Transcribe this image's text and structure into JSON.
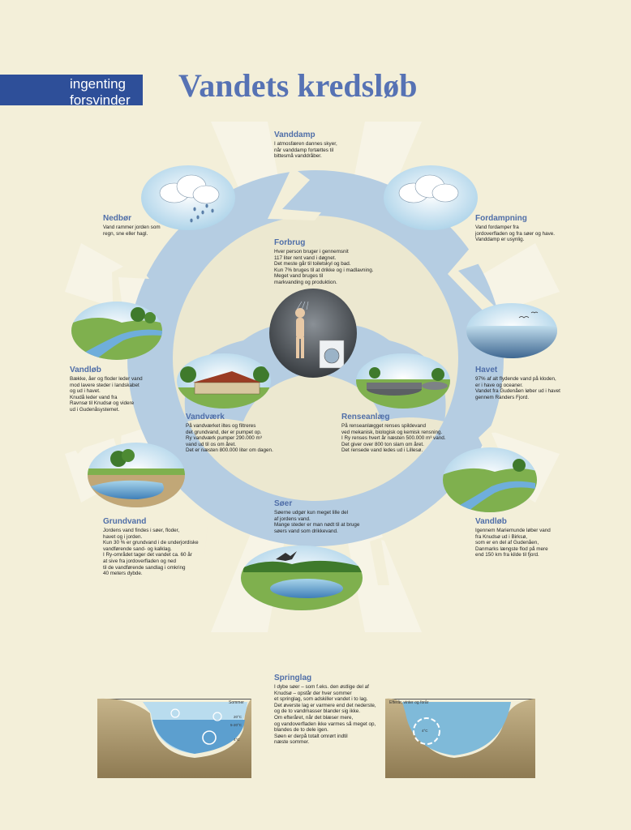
{
  "logo": {
    "text": "ingenting forsvinder"
  },
  "title": "Vandets kredsløb",
  "sections": {
    "vanddamp": {
      "heading": "Vanddamp",
      "text": "I atmosfæren dannes skyer,\nnår vanddamp fortættes til\nbittesmå vanddråber."
    },
    "nedbor": {
      "heading": "Nedbør",
      "text": "Vand rammer jorden som\nregn, sne eller hagl."
    },
    "fordampning": {
      "heading": "Fordampning",
      "text": "Vand fordamper fra\njordoverfladen og fra søer og have.\nVanddamp er usynlig."
    },
    "forbrug": {
      "heading": "Forbrug",
      "text": "Hver person bruger i gennemsnit\n117 liter rent vand i døgnet.\nDet meste går til toiletskyl og bad.\nKun 7% bruges til at drikke og i madlavning.\nMeget vand bruges til\nmarkvanding og produktion."
    },
    "havet": {
      "heading": "Havet",
      "text": "97% af alt flydende vand på kloden,\ner i have og oceaner.\nVandet fra Gudenåen løber ud i havet\ngennem Randers Fjord."
    },
    "vandlob_left": {
      "heading": "Vandløb",
      "text": "Bække, åer og floder leder vand\nmod lavere steder i landskabet\nog ud i havet.\nKnudå leder vand fra\nRavnsø til Knudsø og videre\nud i Gudenåsystemet."
    },
    "vandvaerk": {
      "heading": "Vandværk",
      "text": "På vandværket iltes og filtreres\ndet grundvand, der er pumpet op.\nRy vandværk pumper 290.000 m³\nvand ud til os om året.\nDet er næsten 800.000 liter om dagen."
    },
    "renseanlaeg": {
      "heading": "Renseanlæg",
      "text": "På renseanlægget renses spildevand\nved mekanisk, biologisk og kemisk rensning.\nI Ry renses hvert år næsten 500.000 m³ vand.\nDet giver over 800 ton slam om året.\nDet rensede vand ledes ud i Lillesø."
    },
    "soer": {
      "heading": "Søer",
      "text": "Søerne udgør kun meget lille del\naf jordens vand.\nMange steder er man nødt til at bruge\nsøers vand som drikkevand."
    },
    "grundvand": {
      "heading": "Grundvand",
      "text": "Jordens vand findes i søer, floder,\nhavet og i jorden.\nKun 30 % er grundvand i de underjordiske\nvandførende sand- og kalklag.\nI Ry-området tager det vandet ca. 60 år\nat sive fra jordoverfladen og ned\ntil de vandførende sandlag i omkring\n40 meters dybde."
    },
    "vandlob_right": {
      "heading": "Vandløb",
      "text": "Igennem Mariemunde løber vand\nfra Knudsø ud i Birksø,\nsom er en del af Gudenåen,\nDanmarks længste flod på mere\nend 150 km fra kilde til fjord."
    },
    "springlag": {
      "heading": "Springlag",
      "text": "I dybe søer – som f.eks. den østlige del af\nKnudsø – opstår der hver sommer\net springlag, som adskiller vandet i to lag.\nDet øverste lag er varmere end det nederste,\nog de to vandmasser blander sig ikke.\nOm efteråret, når det blæser mere,\nog vandoverfladen ikke varmes så meget op,\nblandes de to dele igen.\nSøen er derpå totalt omrørt indtil\nnæste sommer."
    }
  },
  "springlag_diagrams": {
    "summer": {
      "label": "Sommer",
      "temps": [
        "20°C",
        "5-20°C",
        "4°C"
      ]
    },
    "winter": {
      "label": "Efterår, vinter og forår",
      "temps": [
        "4°C"
      ]
    }
  },
  "colors": {
    "background": "#f3efd9",
    "cycle": "#b5cde2",
    "cycle_inner": "#ece8d0",
    "title": "#5672b4",
    "heading": "#4f6ea8",
    "logo": "#2e4f99"
  }
}
